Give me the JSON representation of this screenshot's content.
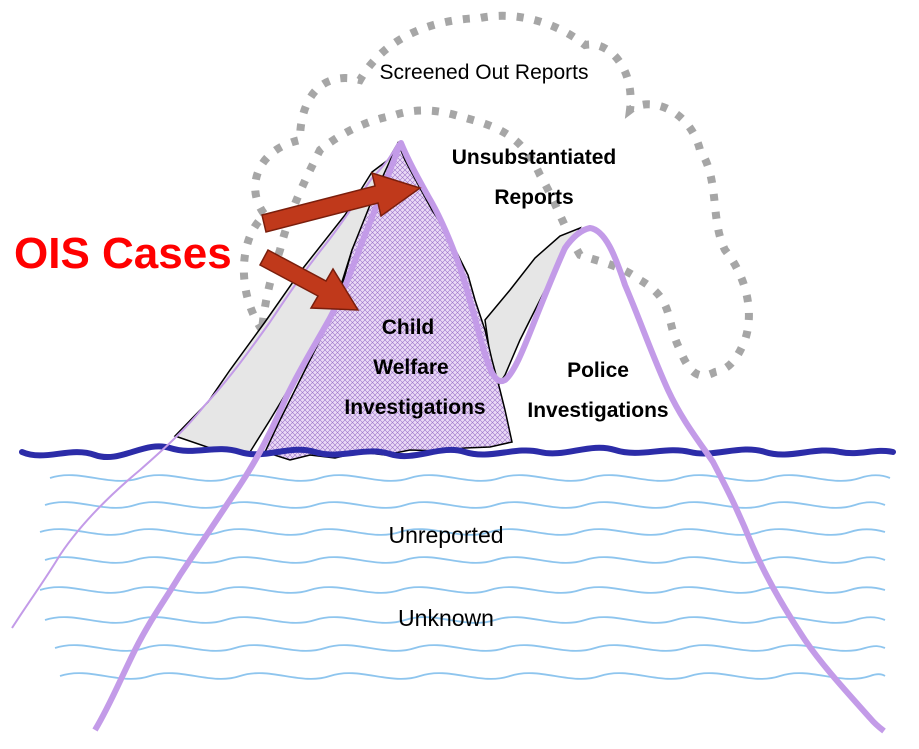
{
  "labels": {
    "screened_out": "Screened Out Reports",
    "unsubstantiated_line1": "Unsubstantiated",
    "unsubstantiated_line2": "Reports",
    "child_welfare_line1": "Child",
    "child_welfare_line2": "Welfare",
    "child_welfare_line3": "Investigations",
    "police_line1": "Police",
    "police_line2": "Investigations",
    "unreported": "Unreported",
    "unknown": "Unknown",
    "ois_cases": "OIS Cases"
  },
  "colors": {
    "ois_text": "#ff0000",
    "arrow_fill": "#c0391b",
    "cloud_dash": "#a6a6a6",
    "waterline": "#2c2ca8",
    "waves": "#8ec5ee",
    "iceberg_outline": "#c39be8",
    "child_welfare_fill": "#d7c3ee",
    "shadow_fill": "#e6e6e6"
  }
}
